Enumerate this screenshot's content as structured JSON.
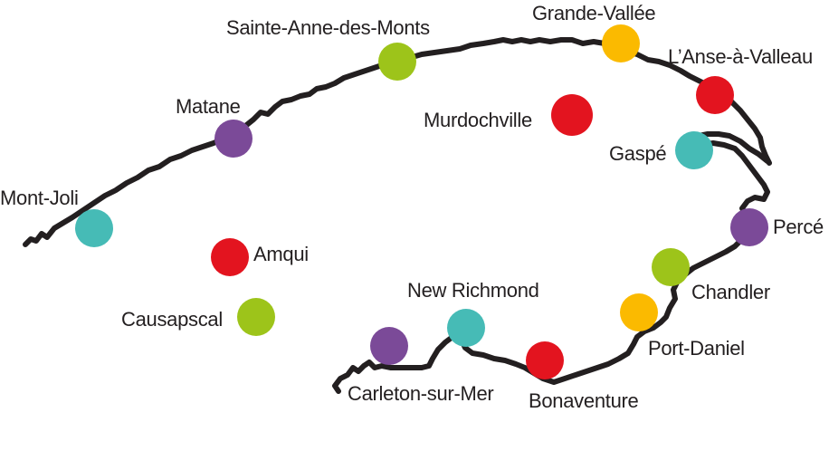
{
  "colors": {
    "coastline": "#231f20",
    "purple": "#7b4a98",
    "teal": "#46bbb6",
    "red": "#e3141f",
    "green": "#9dc41a",
    "yellow": "#fbba00"
  },
  "towns": [
    {
      "id": "mont-joli",
      "name": "Mont-Joli",
      "color": "teal"
    },
    {
      "id": "matane",
      "name": "Matane",
      "color": "purple"
    },
    {
      "id": "sainte-anne-des-monts",
      "name": "Sainte-Anne-des-Monts",
      "color": "green"
    },
    {
      "id": "grande-vallee",
      "name": "Grande-Vallée",
      "color": "yellow"
    },
    {
      "id": "lanse-a-valleau",
      "name": "L’Anse-à-Valleau",
      "color": "red"
    },
    {
      "id": "murdochville",
      "name": "Murdochville",
      "color": "red"
    },
    {
      "id": "gaspe",
      "name": "Gaspé",
      "color": "teal"
    },
    {
      "id": "perce",
      "name": "Percé",
      "color": "purple"
    },
    {
      "id": "chandler",
      "name": "Chandler",
      "color": "green"
    },
    {
      "id": "port-daniel",
      "name": "Port-Daniel",
      "color": "yellow"
    },
    {
      "id": "bonaventure",
      "name": "Bonaventure",
      "color": "red"
    },
    {
      "id": "new-richmond",
      "name": "New Richmond",
      "color": "teal"
    },
    {
      "id": "carleton-sur-mer",
      "name": "Carleton-sur-Mer",
      "color": "purple"
    },
    {
      "id": "amqui",
      "name": "Amqui",
      "color": "red"
    },
    {
      "id": "causapscal",
      "name": "Causapscal",
      "color": "green"
    }
  ]
}
